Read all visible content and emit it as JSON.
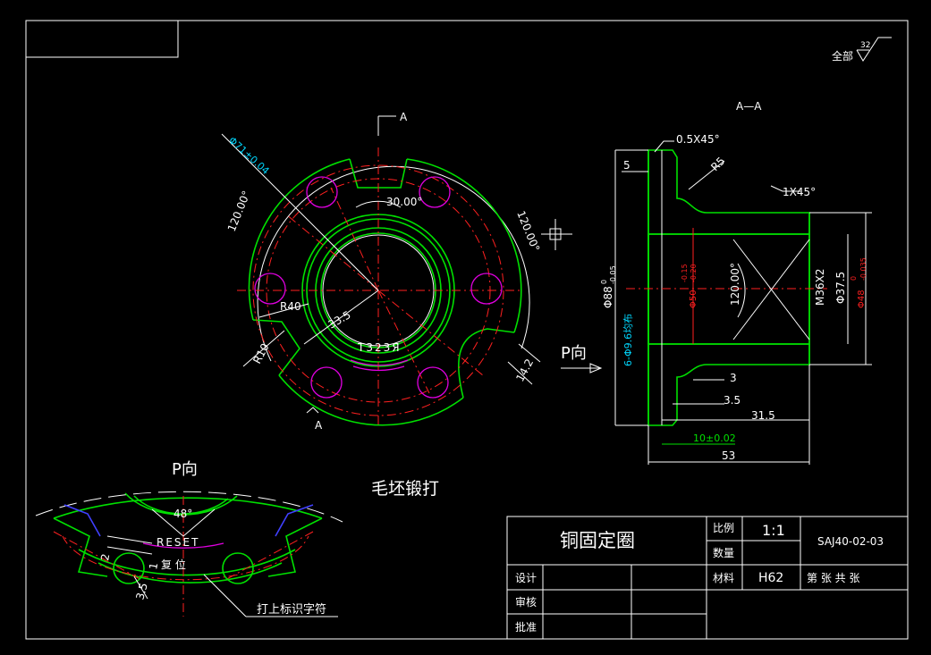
{
  "surface_finish": {
    "prefix": "全部",
    "roughness": "32"
  },
  "section": {
    "marker": "A",
    "title": "A—A"
  },
  "p_view": {
    "label": "P向",
    "label_bottom": "P向"
  },
  "blank_note": "毛坯锻打",
  "front_dims": {
    "d71": "Φ71±0.04",
    "ang1": "120.00°",
    "ang2": "120.00°",
    "ang3": "30.00°",
    "r40": "R40",
    "r10": "R10",
    "d335": "33.5",
    "d142": "14.2",
    "engraved": "T323Я"
  },
  "section_dims": {
    "chamfer1": "0.5X45°",
    "chamfer2": "1X45°",
    "w5": "5",
    "r05": "R5",
    "d88": "Φ88",
    "d88_tol_up": "0",
    "d88_tol_dn": "-0.05",
    "holes": "6-Φ9.6均布",
    "d50": "Φ50",
    "d50_tol_up": "-0.15",
    "d50_tol_dn": "-0.20",
    "ang120": "120.00°",
    "thread": "M36X2",
    "d375": "Φ37.5",
    "d48": "Φ48",
    "d48_tol_up": "0",
    "d48_tol_dn": "-0.035",
    "w3": "3",
    "w35": "3.5",
    "w315": "31.5",
    "w10": "10±0.02",
    "w53": "53"
  },
  "bottom_view": {
    "ang48": "48°",
    "reset": "RESET",
    "fuwei": "复  位",
    "dim2": "2",
    "dim1": "1",
    "dim35": "3.5",
    "note": "打上标识字符"
  },
  "title_block": {
    "part_name": "铜固定圈",
    "scale_label": "比例",
    "scale_value": "1:1",
    "qty_label": "数量",
    "drawing_no": "SAJ40-02-03",
    "material_label": "材料",
    "material_value": "H62",
    "sheet_text": "第  张  共  张",
    "design": "设计",
    "review": "审核",
    "approve": "批准"
  },
  "colors": {
    "background": "#000000",
    "outline": "#00e000",
    "center": "#ff2020",
    "hole": "#e000e0",
    "dim": "#ffffff",
    "cyan": "#00d8ff"
  }
}
